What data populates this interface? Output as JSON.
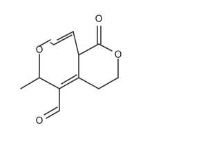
{
  "molecule": {
    "atoms": {
      "o_carbonyl_top": "O",
      "o_ring_left": "O",
      "o_ring_right": "O",
      "o_aldehyde": "O"
    }
  },
  "colors": {
    "bond": "#333333",
    "label": "#222222",
    "background": "#ffffff"
  }
}
